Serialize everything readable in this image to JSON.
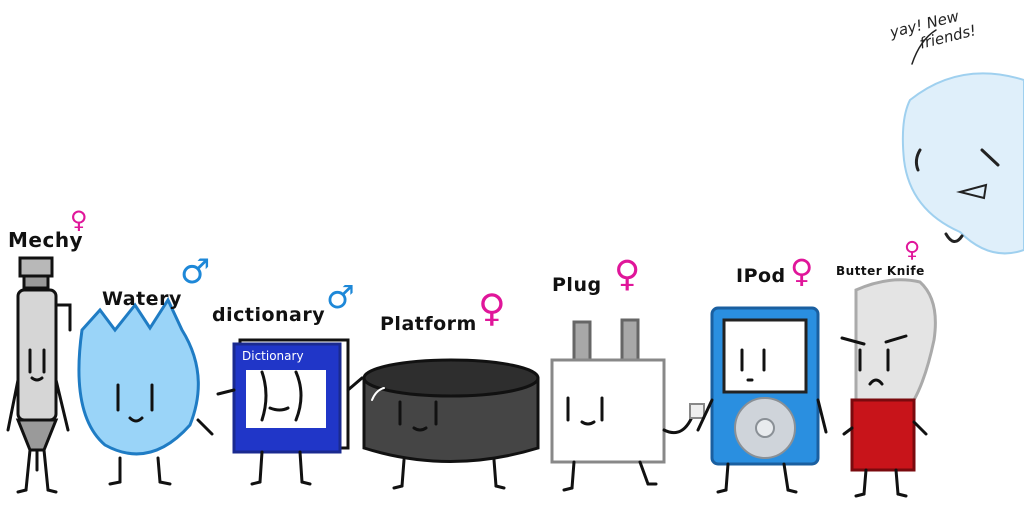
{
  "characters": [
    {
      "name": "Mechy",
      "gender": "female-symbol"
    },
    {
      "name": "Watery",
      "gender": "male-symbol"
    },
    {
      "name": "dictionary",
      "gender": "male-symbol",
      "cover_text": "Dictionary"
    },
    {
      "name": "Platform",
      "gender": "female-symbol"
    },
    {
      "name": "Plug",
      "gender": "female-symbol"
    },
    {
      "name": "IPod",
      "gender": "female-symbol"
    },
    {
      "name": "Butter Knife",
      "gender": "female-symbol"
    }
  ],
  "symbols": {
    "female": "♀",
    "male": "♂"
  },
  "note": {
    "line1": "yay! New",
    "line2": "friends!"
  },
  "colors": {
    "female": "#e0169a",
    "male": "#1e88d8",
    "water": "#9ad4f8",
    "dictionary": "#2036c8",
    "platform": "#454545",
    "ipod": "#2a8fe0",
    "knife_handle": "#c8141a"
  }
}
